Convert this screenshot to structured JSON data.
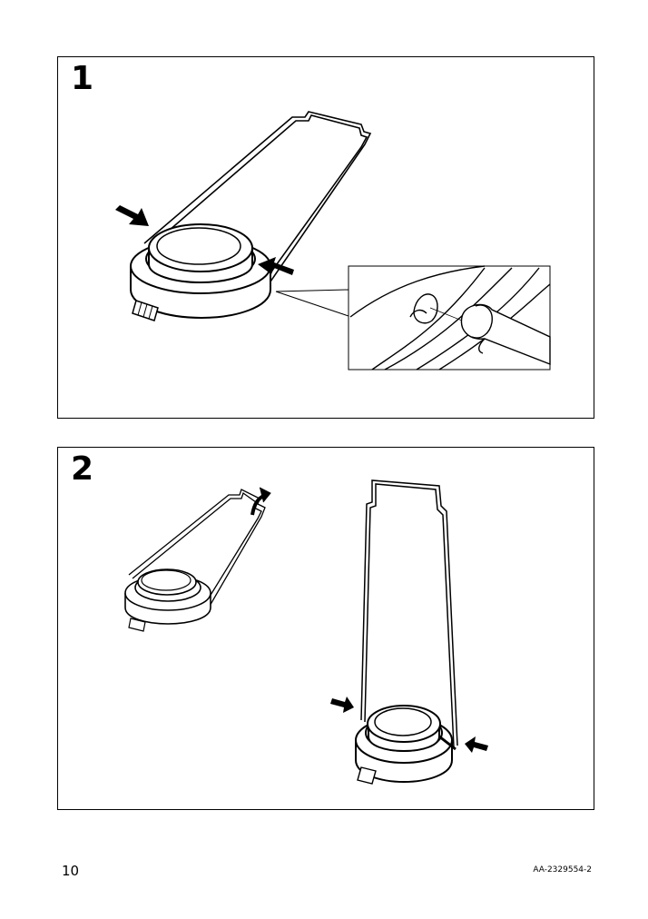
{
  "steps": [
    {
      "number": "1"
    },
    {
      "number": "2"
    }
  ],
  "footer": {
    "page_number": "10",
    "document_code": "AA-2329554-2"
  }
}
